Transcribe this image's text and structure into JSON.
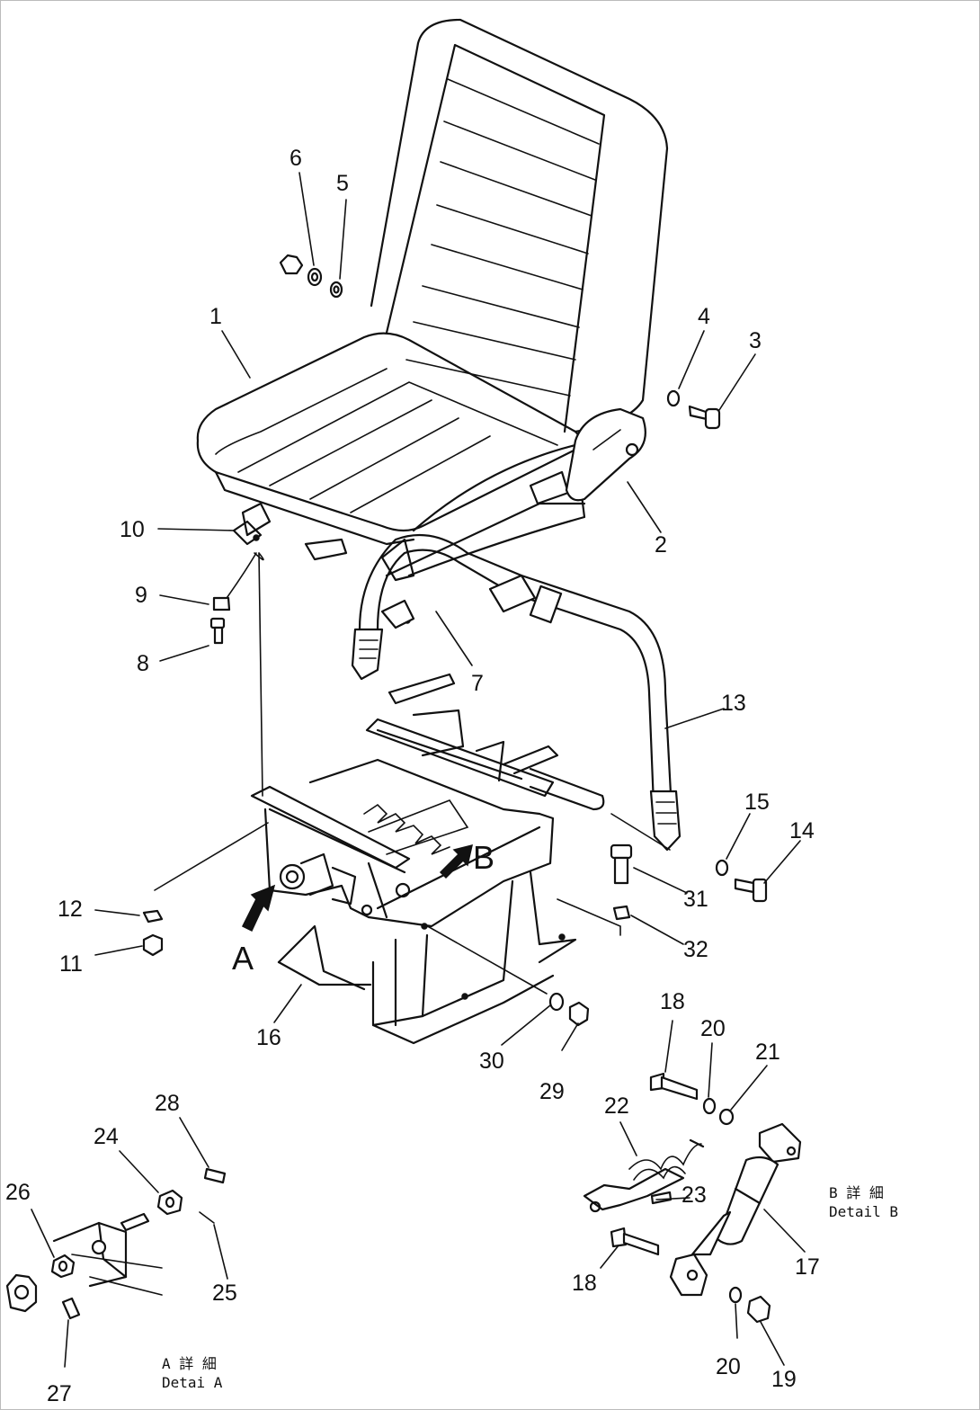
{
  "diagram": {
    "view_labels": {
      "a": "A",
      "b": "B"
    },
    "detail_a": {
      "jp": "A 詳 細",
      "en": "Detai A"
    },
    "detail_b": {
      "jp": "B 詳 細",
      "en": "Detail B"
    },
    "callouts": [
      {
        "id": "c1",
        "text": "1"
      },
      {
        "id": "c2",
        "text": "2"
      },
      {
        "id": "c3",
        "text": "3"
      },
      {
        "id": "c4",
        "text": "4"
      },
      {
        "id": "c5",
        "text": "5"
      },
      {
        "id": "c6",
        "text": "6"
      },
      {
        "id": "c7",
        "text": "7"
      },
      {
        "id": "c8",
        "text": "8"
      },
      {
        "id": "c9",
        "text": "9"
      },
      {
        "id": "c10",
        "text": "10"
      },
      {
        "id": "c11",
        "text": "11"
      },
      {
        "id": "c12",
        "text": "12"
      },
      {
        "id": "c13",
        "text": "13"
      },
      {
        "id": "c14",
        "text": "14"
      },
      {
        "id": "c15",
        "text": "15"
      },
      {
        "id": "c16",
        "text": "16"
      },
      {
        "id": "c17",
        "text": "17"
      },
      {
        "id": "c18a",
        "text": "18"
      },
      {
        "id": "c18b",
        "text": "18"
      },
      {
        "id": "c19",
        "text": "19"
      },
      {
        "id": "c20a",
        "text": "20"
      },
      {
        "id": "c20b",
        "text": "20"
      },
      {
        "id": "c21",
        "text": "21"
      },
      {
        "id": "c22",
        "text": "22"
      },
      {
        "id": "c23",
        "text": "23"
      },
      {
        "id": "c24",
        "text": "24"
      },
      {
        "id": "c25",
        "text": "25"
      },
      {
        "id": "c26",
        "text": "26"
      },
      {
        "id": "c27",
        "text": "27"
      },
      {
        "id": "c28",
        "text": "28"
      },
      {
        "id": "c29",
        "text": "29"
      },
      {
        "id": "c30",
        "text": "30"
      },
      {
        "id": "c31",
        "text": "31"
      },
      {
        "id": "c32",
        "text": "32"
      }
    ]
  }
}
